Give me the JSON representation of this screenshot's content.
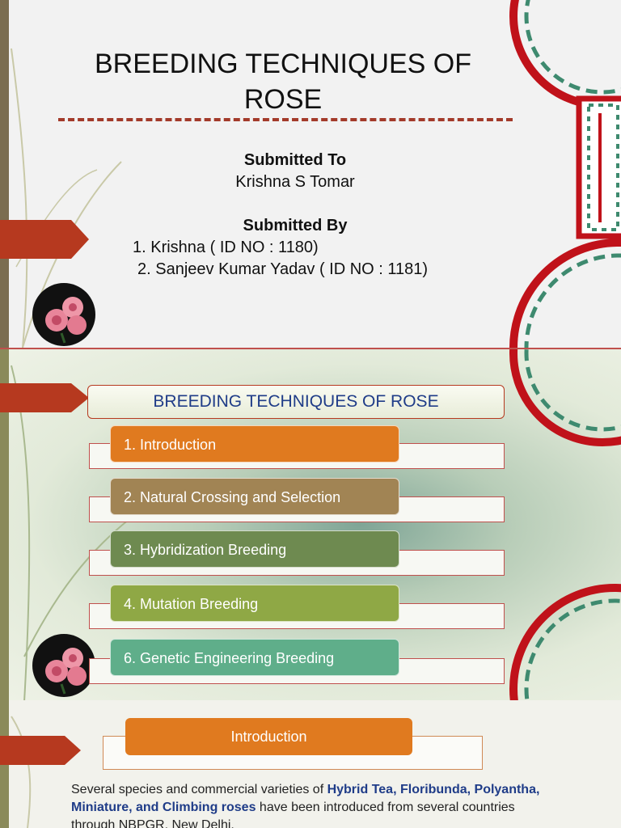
{
  "slide1": {
    "title_line1": "BREEDING TECHNIQUES OF",
    "title_line2": "ROSE",
    "submitted_to_label": "Submitted To",
    "submitted_to_name": "Krishna S Tomar",
    "submitted_by_label": "Submitted By",
    "members": [
      "1. Krishna ( ID NO : 1180)",
      "2. Sanjeev Kumar Yadav ( ID NO : 1181)"
    ]
  },
  "slide2": {
    "heading": "BREEDING TECHNIQUES OF ROSE",
    "items": [
      {
        "label": "1. Introduction",
        "color": "#e07a1f"
      },
      {
        "label": "2. Natural Crossing and Selection",
        "color": "#a18454"
      },
      {
        "label": "3. Hybridization Breeding",
        "color": "#6e8a50"
      },
      {
        "label": "4. Mutation Breeding",
        "color": "#8fa845"
      },
      {
        "label": "6. Genetic Engineering Breeding",
        "color": "#5fae8a"
      }
    ]
  },
  "slide3": {
    "heading": "Introduction",
    "para_part1": "Several species and commercial varieties of ",
    "para_bold": "Hybrid Tea, Floribunda, Polyantha, Miniature, and Climbing roses",
    "para_part2": " have been introduced from several countries through NBPGR, New Delhi."
  },
  "colors": {
    "accent_red": "#c0121a",
    "arrow": "#b6391f",
    "dash_green": "#3e8a6f",
    "title_blue": "#1f3c88"
  }
}
